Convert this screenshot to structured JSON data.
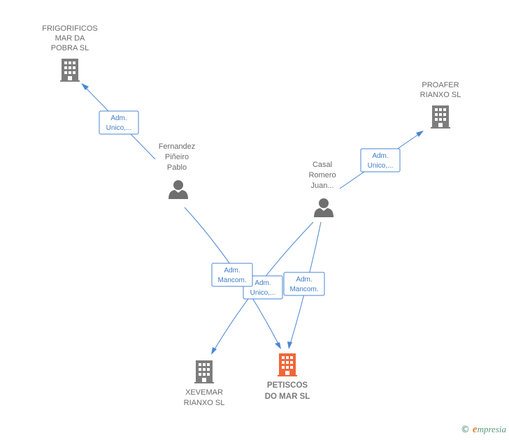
{
  "nodes": {
    "frigorificos": {
      "lines": [
        "FRIGORIFICOS",
        "MAR DA",
        "POBRA  SL"
      ],
      "kind": "company",
      "icon": "building-icon"
    },
    "proafer": {
      "lines": [
        "PROAFER",
        "RIANXO  SL"
      ],
      "kind": "company",
      "icon": "building-icon"
    },
    "fernandez": {
      "lines": [
        "Fernandez",
        "Piñeiro",
        "Pablo"
      ],
      "kind": "person",
      "icon": "person-icon"
    },
    "casal": {
      "lines": [
        "Casal",
        "Romero",
        "Juan..."
      ],
      "kind": "person",
      "icon": "person-icon"
    },
    "xevemar": {
      "lines": [
        "XEVEMAR",
        "RIANXO  SL"
      ],
      "kind": "company",
      "icon": "building-icon"
    },
    "petiscos": {
      "lines": [
        "PETISCOS",
        "DO MAR  SL"
      ],
      "kind": "company-focus",
      "icon": "building-icon"
    }
  },
  "edges": {
    "fernandez_frigorificos": [
      "Adm.",
      "Unico,..."
    ],
    "casal_proafer": [
      "Adm.",
      "Unico,..."
    ],
    "fernandez_petiscos": [
      "Adm.",
      "Mancom."
    ],
    "casal_xevemar": [
      "Adm.",
      "Unico,..."
    ],
    "casal_petiscos": [
      "Adm.",
      "Mancom."
    ]
  },
  "colors": {
    "edge": "#4a86d2",
    "company": "#7d7d7d",
    "focus_company": "#f0673a",
    "person": "#6f6f6f"
  },
  "brand": {
    "copyright": "©",
    "e": "e",
    "rest": "mpresia"
  }
}
